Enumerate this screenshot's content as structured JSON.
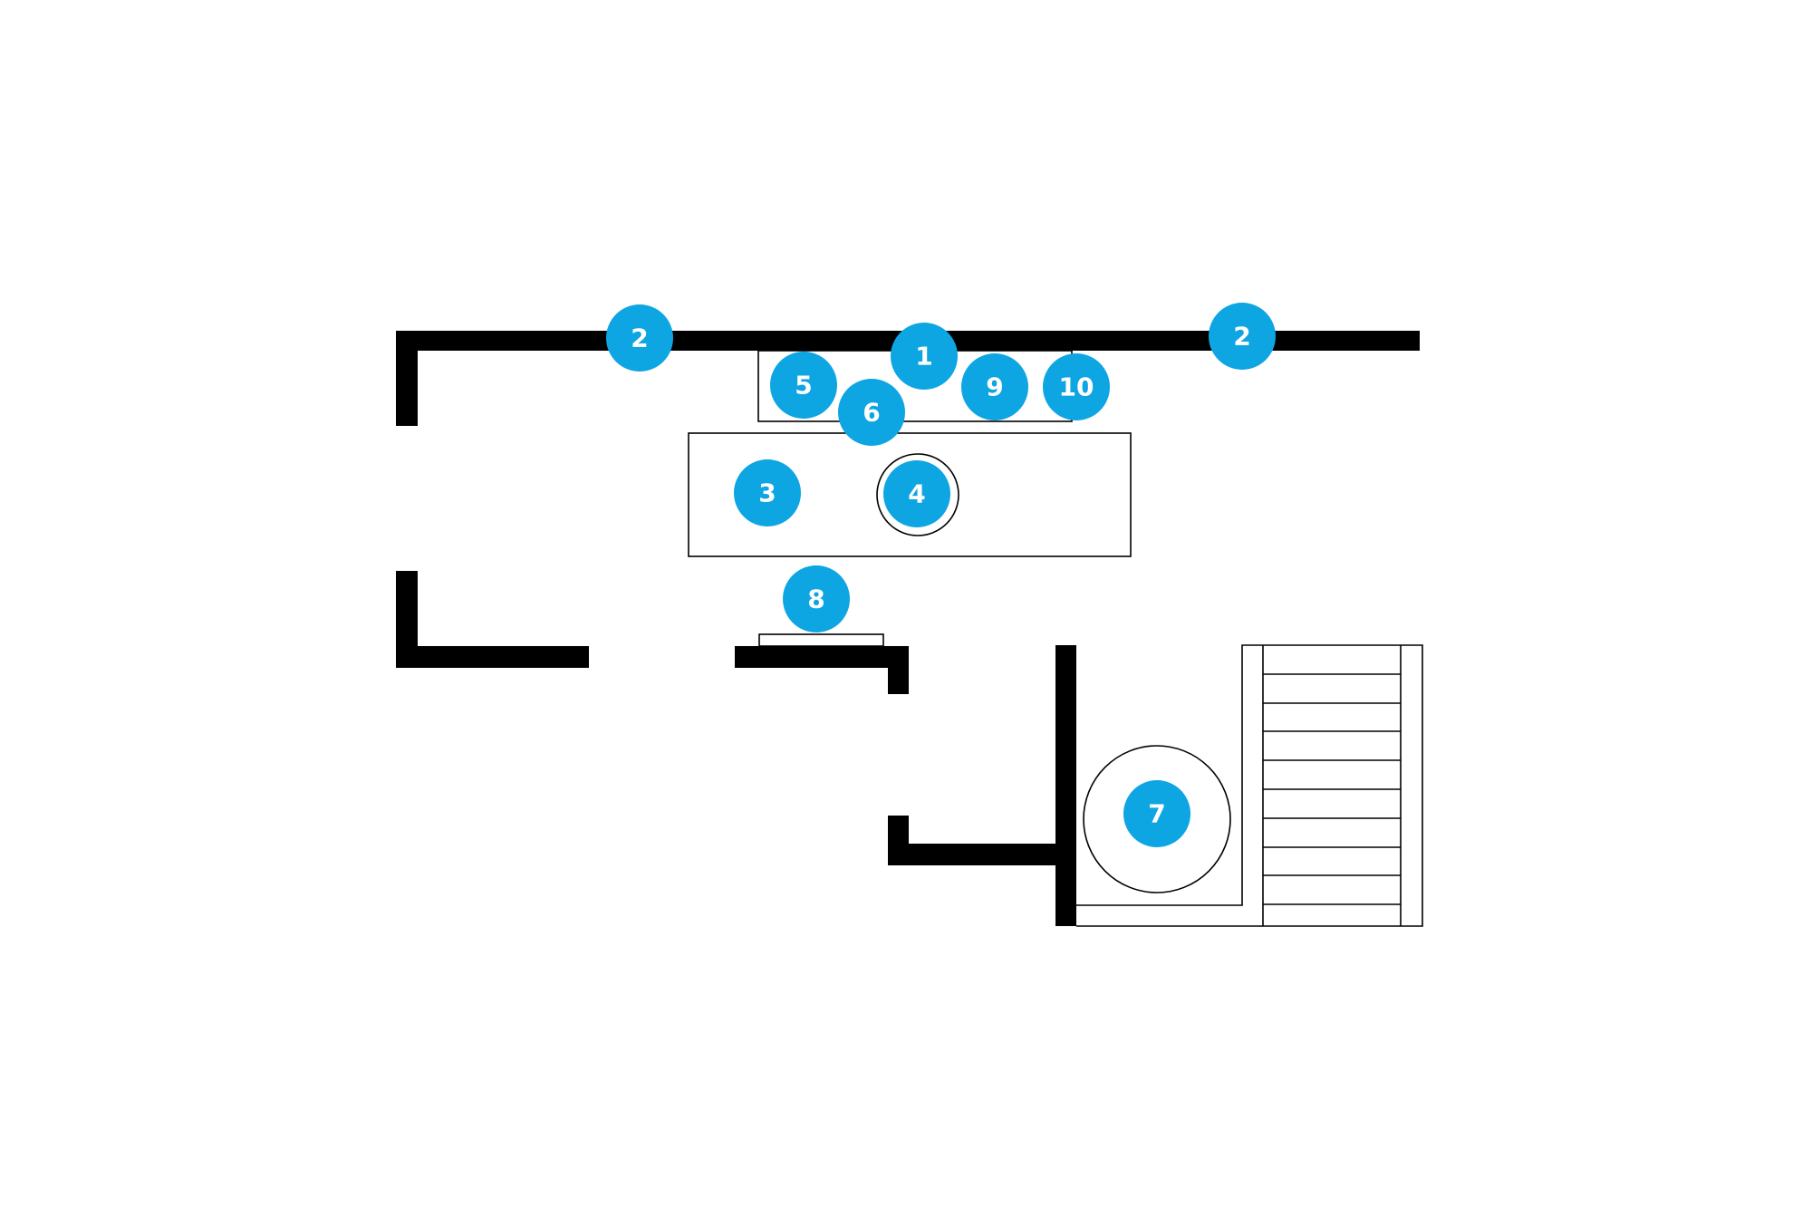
{
  "marker_color": "#0ea5e3",
  "wall_color": "#000000",
  "markers": [
    {
      "id": "marker-1",
      "label": "1"
    },
    {
      "id": "marker-2a",
      "label": "2"
    },
    {
      "id": "marker-2b",
      "label": "2"
    },
    {
      "id": "marker-3",
      "label": "3"
    },
    {
      "id": "marker-4",
      "label": "4"
    },
    {
      "id": "marker-5",
      "label": "5"
    },
    {
      "id": "marker-6",
      "label": "6"
    },
    {
      "id": "marker-7",
      "label": "7"
    },
    {
      "id": "marker-8",
      "label": "8"
    },
    {
      "id": "marker-9",
      "label": "9"
    },
    {
      "id": "marker-10",
      "label": "10"
    }
  ]
}
